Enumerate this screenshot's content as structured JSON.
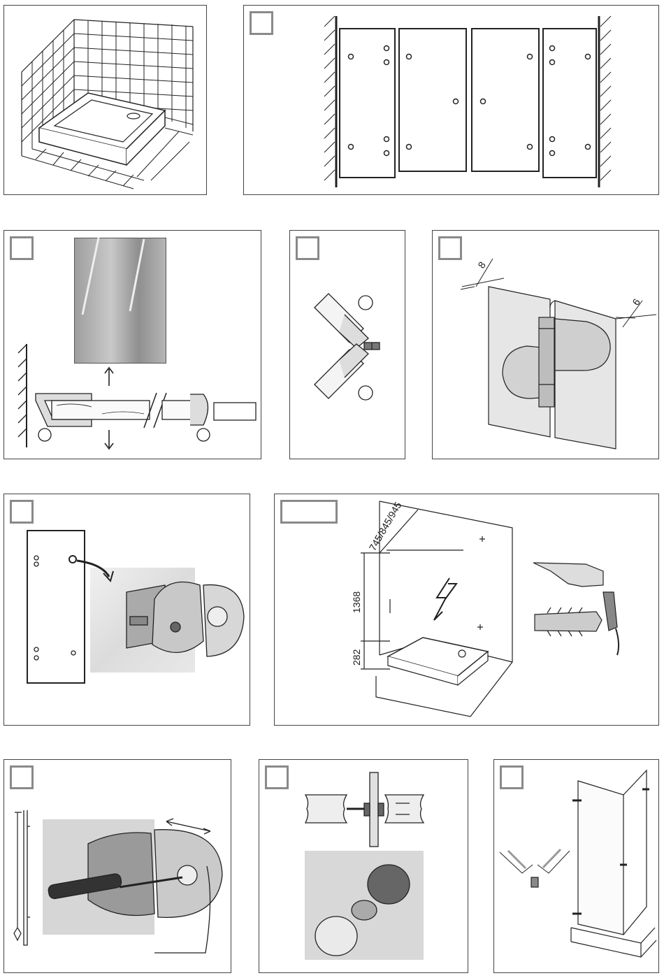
{
  "dimensions": {
    "step5_gap_top": "8",
    "step5_gap_right": "6",
    "step7_widths": "745/845/945",
    "step7_height": "1368",
    "step7_offset": "282"
  },
  "icons": [
    "shower-tray-icon",
    "panel-layout-icon",
    "glass-clamp-icon",
    "hinge-icon",
    "drill-icon",
    "wall-plug-icon",
    "screwdriver-icon",
    "knob-icon",
    "enclosure-icon"
  ]
}
